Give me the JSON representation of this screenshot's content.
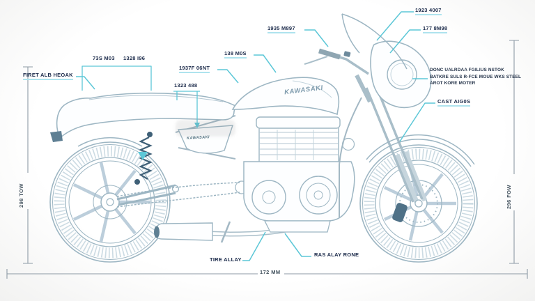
{
  "colors": {
    "leader_accent": "#5cc7d7",
    "underline": "#aee3ee",
    "label_text": "#1b2a4a",
    "line_art": "#a3b8c4",
    "line_art_dark": "#3f6077",
    "dimension_line": "#8d9aa5",
    "background": "#ffffff"
  },
  "branding": {
    "tank_logo": "KAWASAKI",
    "side_badge": "KAWASAKI"
  },
  "callouts": {
    "windscreen_top": "1923 4007",
    "fairing": "177 8M98",
    "handlebar": "1935 M897",
    "tank_top": "138 M0S",
    "seat_span_left": "73S M03",
    "seat_span_right": "1328 I96",
    "tank_front": "1937F 06NT",
    "tail_hook": "FIRET ALB HEOAK",
    "seat_height": "1323 488",
    "front_fork": "CAST AIG0S",
    "tire": "TIRE ALLAY",
    "rear_wheel": "RAS ALAY RONE",
    "spec_lines": [
      "DONC UALRDAA FGILIUS NSTOK",
      "BATKRE SULS R-FCE MOUE WKS STEEL",
      "AROT KORE MOTER"
    ]
  },
  "dimensions": {
    "left_height": "298 TOW",
    "right_height": "296 FOW",
    "overall_length": "172 MM"
  }
}
